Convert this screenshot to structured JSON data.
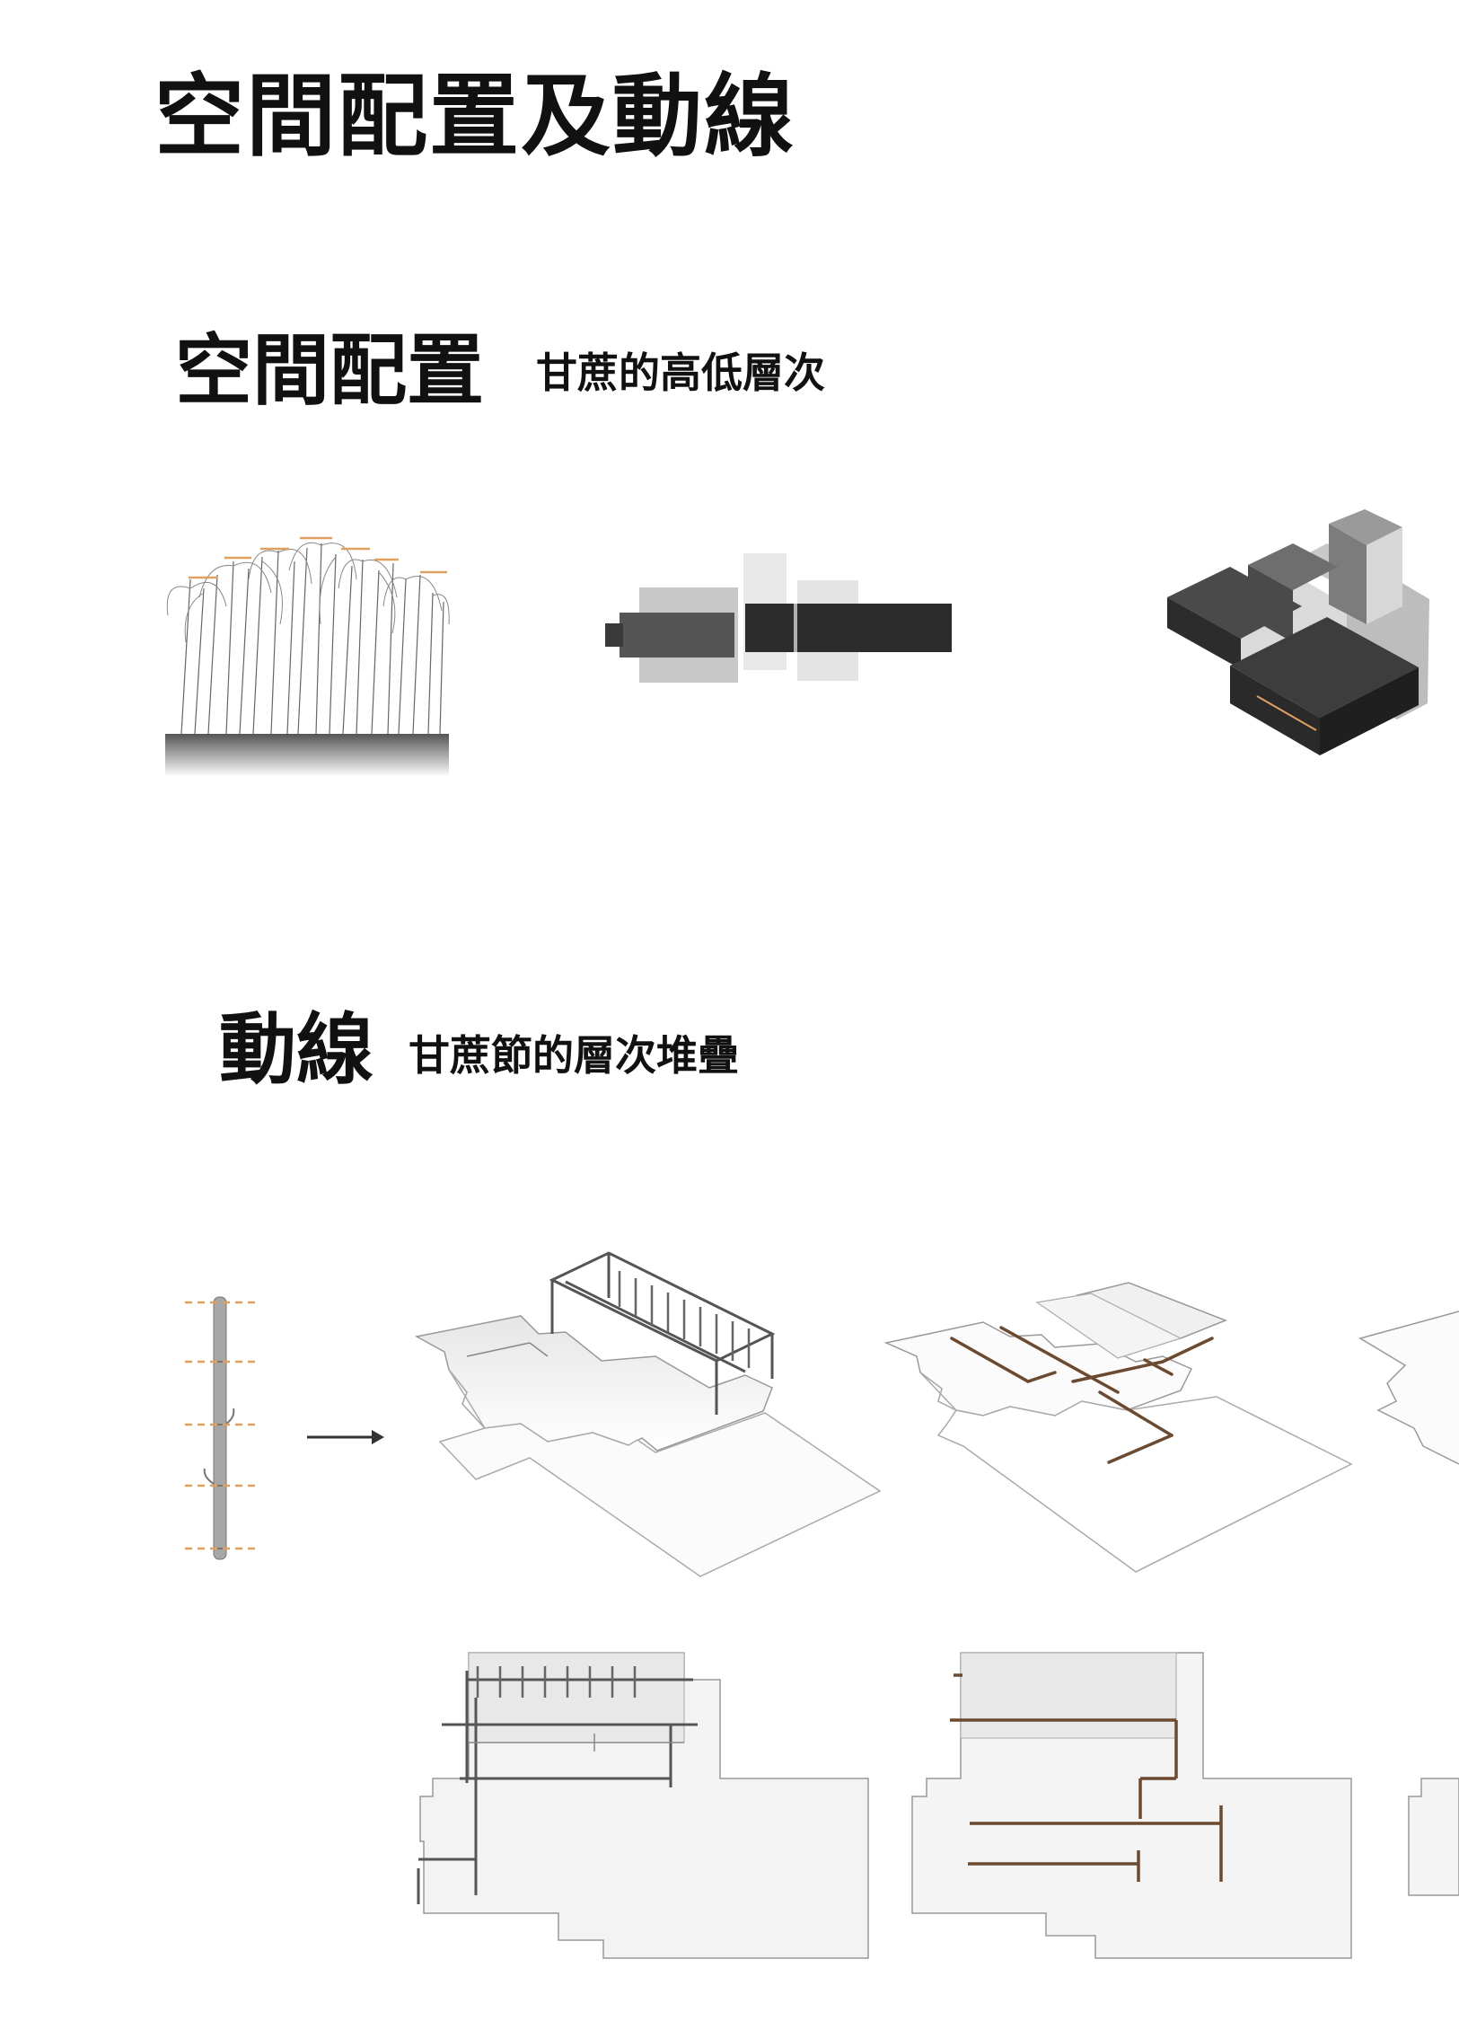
{
  "page": {
    "title": "空間配置及動線"
  },
  "space_section": {
    "title": "空間配置",
    "subtitle": "甘蔗的高低層次",
    "panels": [
      "sugarcane-field-elevation",
      "massing-elevation",
      "massing-axonometric"
    ]
  },
  "circulation_section": {
    "title": "動線",
    "subtitle": "甘蔗節的層次堆疊",
    "panels": [
      "sugarcane-stalk-nodes",
      "arrow",
      "roof-structure-axonometric",
      "circulation-axonometric",
      "partial-axonometric",
      "roof-structure-plan",
      "circulation-plan",
      "partial-plan"
    ]
  },
  "colors": {
    "accent": "#e0a060",
    "stalk_brown": "#6b4a30",
    "mass_dark": "#2c2c2c",
    "mass_mid": "#8a8a8a",
    "mass_light": "#c4c4c4"
  }
}
